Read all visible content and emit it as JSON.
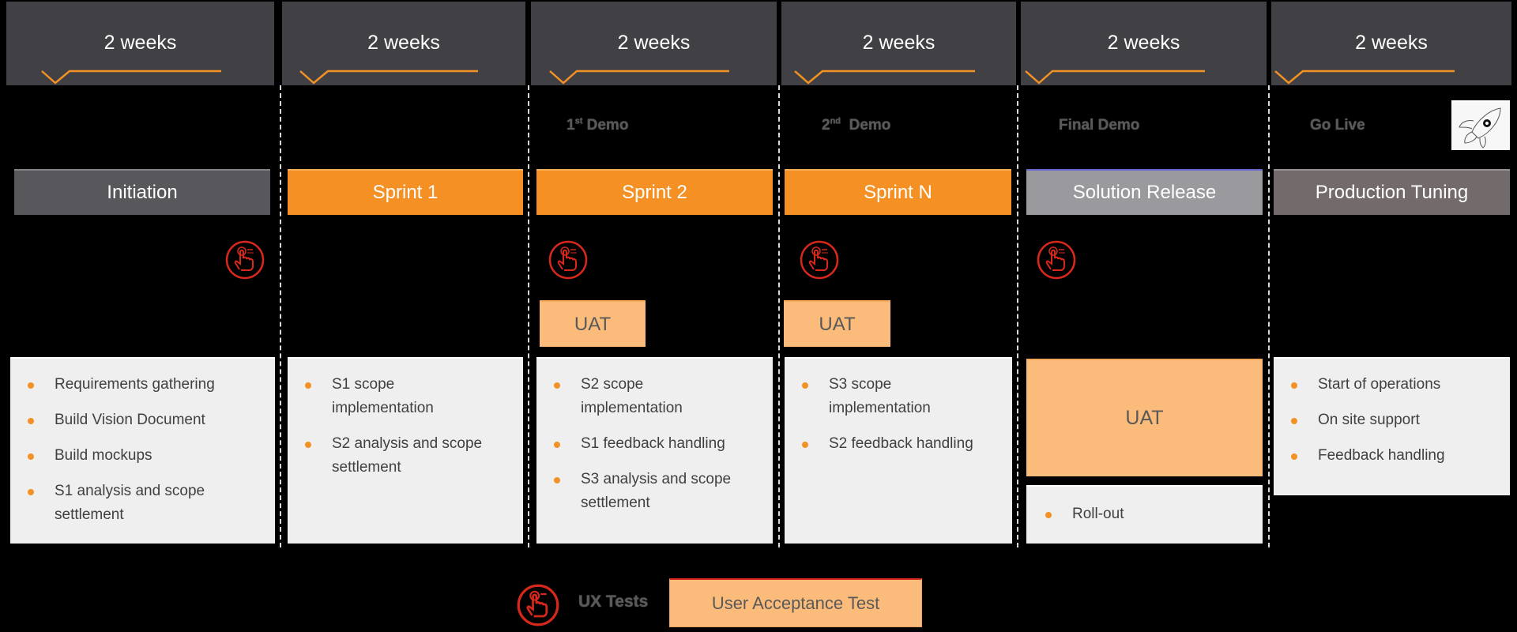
{
  "colors": {
    "background": "#000000",
    "week_header": "#414045",
    "accent_orange": "#f39224",
    "sprint_orange": "#f59024",
    "initiation_gray": "#57575c",
    "release_gray": "#9a9a9e",
    "production_brown": "#736b6b",
    "uat_peach": "#fbbc7b",
    "content_bg": "#efefef",
    "ux_icon_red": "#d8281c",
    "label_gray": "#595959"
  },
  "columns": [
    {
      "duration": "2 weeks",
      "phase": "Initiation",
      "phase_color": "#57575c",
      "milestone": "",
      "ux_test": true,
      "uat": false,
      "bullets": [
        "Requirements gathering",
        "Build Vision Document",
        "Build mockups",
        "S1 analysis and scope settlement"
      ]
    },
    {
      "duration": "2 weeks",
      "phase": "Sprint 1",
      "phase_color": "#f59024",
      "milestone": "",
      "ux_test": false,
      "uat": false,
      "bullets": [
        "S1 scope implementation",
        "S2 analysis and scope settlement"
      ]
    },
    {
      "duration": "2 weeks",
      "phase": "Sprint 2",
      "phase_color": "#f59024",
      "milestone": {
        "ordinal": "1",
        "suffix": "st",
        "text": "Demo"
      },
      "ux_test": true,
      "uat": "UAT",
      "bullets": [
        "S2 scope implementation",
        "S1 feedback handling",
        "S3 analysis and scope settlement"
      ]
    },
    {
      "duration": "2 weeks",
      "phase": "Sprint N",
      "phase_color": "#f59024",
      "milestone": {
        "ordinal": "2",
        "suffix": "nd",
        "text": "Demo"
      },
      "ux_test": true,
      "uat": "UAT",
      "bullets": [
        "S3 scope implementation",
        "S2 feedback handling"
      ]
    },
    {
      "duration": "2 weeks",
      "phase": "Solution Release",
      "phase_color": "#9a9a9e",
      "milestone": "Final Demo",
      "ux_test": true,
      "uat_block": "UAT",
      "bullets": [
        "Roll-out"
      ]
    },
    {
      "duration": "2 weeks",
      "phase": "Production Tuning",
      "phase_color": "#736b6b",
      "milestone": "Go Live",
      "milestone_icon": "rocket-icon",
      "ux_test": false,
      "uat": false,
      "bullets": [
        "Start of operations",
        "On site support",
        "Feedback handling"
      ]
    }
  ],
  "legend": {
    "ux_tests_label": "UX Tests",
    "uat_label": "User Acceptance Test"
  }
}
